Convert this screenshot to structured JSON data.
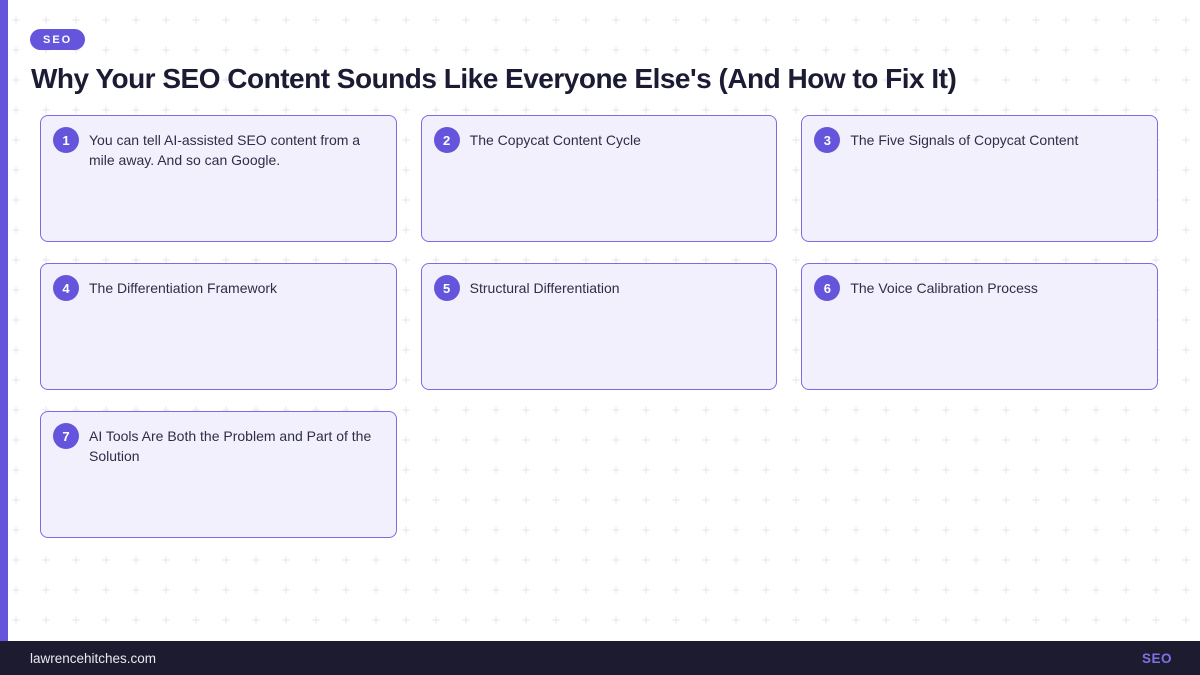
{
  "page": {
    "badge": "SEO",
    "title": "Why Your SEO Content Sounds Like Everyone Else's (And How to Fix It)"
  },
  "cards": [
    {
      "number": "1",
      "text": "You can tell AI-assisted SEO content from a mile away. And so can Google."
    },
    {
      "number": "2",
      "text": "The Copycat Content Cycle"
    },
    {
      "number": "3",
      "text": "The Five Signals of Copycat Content"
    },
    {
      "number": "4",
      "text": "The Differentiation Framework"
    },
    {
      "number": "5",
      "text": "Structural Differentiation"
    },
    {
      "number": "6",
      "text": "The Voice Calibration Process"
    },
    {
      "number": "7",
      "text": "AI Tools Are Both the Problem and Part of the Solution"
    }
  ],
  "footer": {
    "site": "lawrencehitches.com",
    "tag": "SEO"
  },
  "colors": {
    "accent": "#6554dc",
    "card_border": "#7b6ce6",
    "card_bg": "#f2f0fc",
    "title": "#1b1b33",
    "card_text": "#2e2e48",
    "footer_bg": "#1d1b2f",
    "footer_text": "#e9e9f0",
    "footer_tag": "#7d71e3",
    "pattern": "#ebebf2"
  }
}
